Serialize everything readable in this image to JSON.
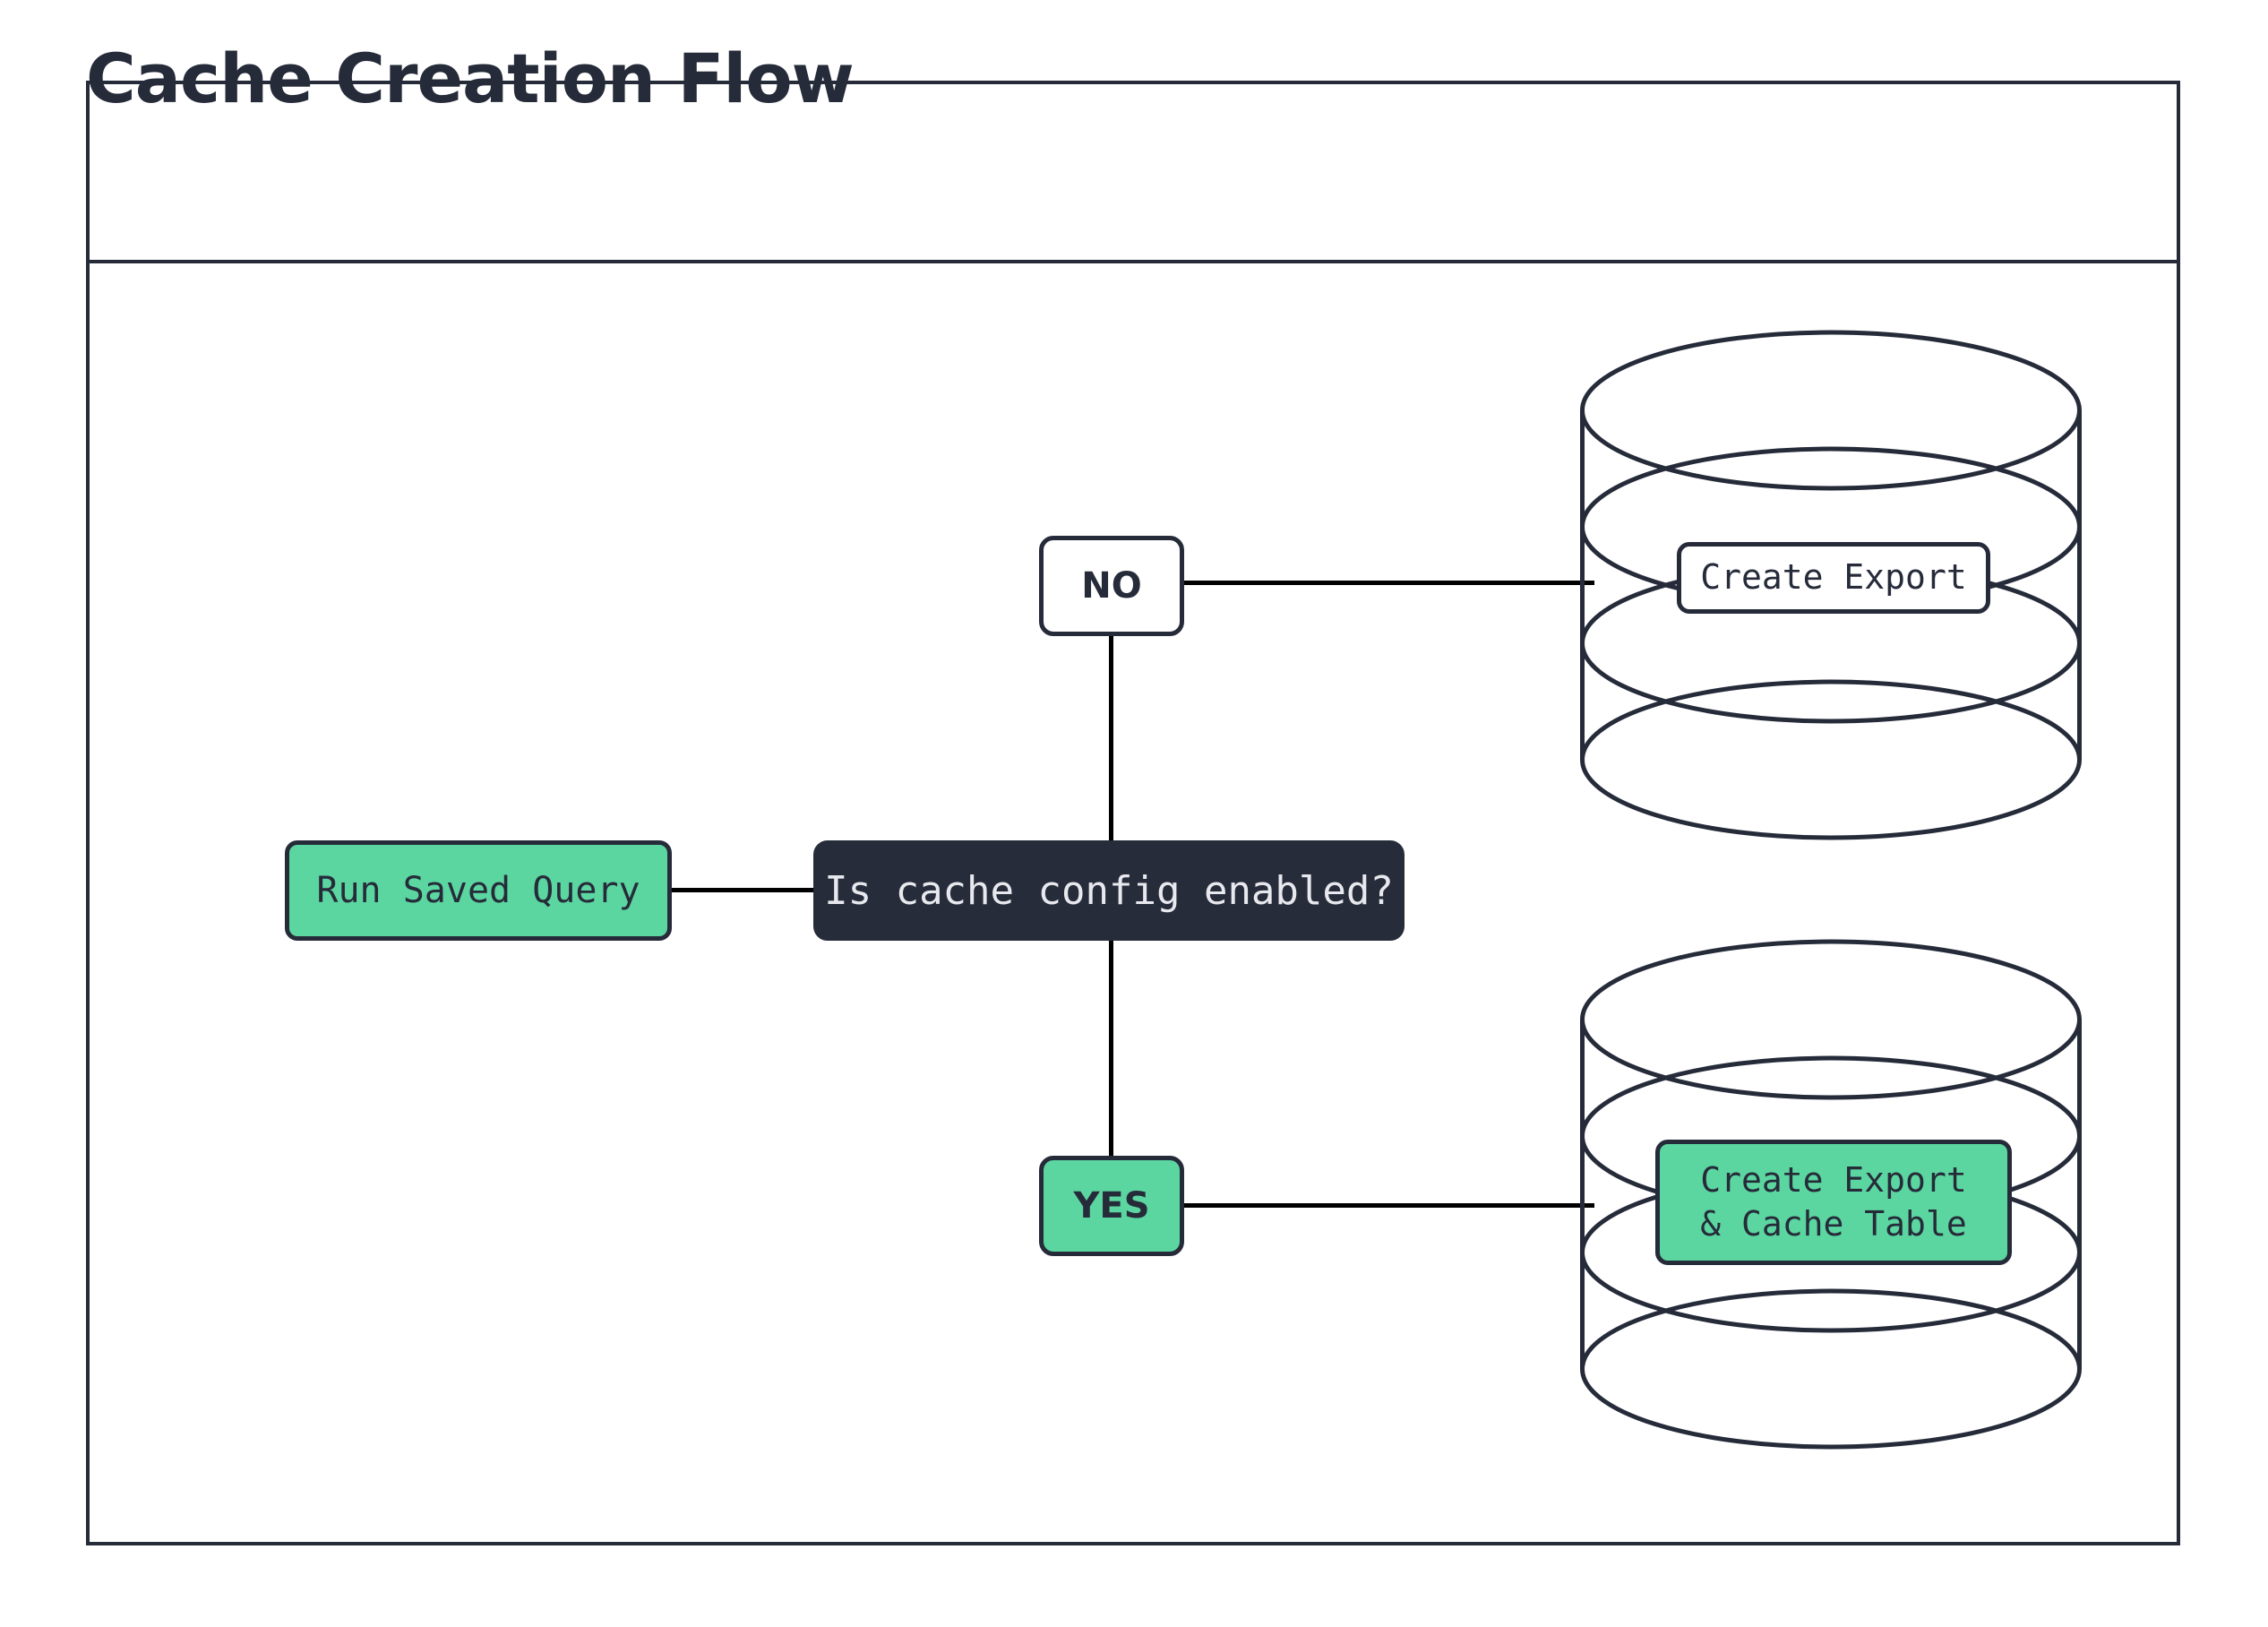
{
  "diagram": {
    "title": "Cache Creation Flow",
    "type": "flowchart",
    "colors": {
      "accent_green": "#5CD6A0",
      "dark_navy": "#272C3B",
      "border": "#262B3A",
      "connector": "#000000",
      "background": "#FFFFFF"
    },
    "nodes": [
      {
        "id": "run-saved-query",
        "label": "Run Saved Query",
        "shape": "rounded-rect",
        "style": "green"
      },
      {
        "id": "decision",
        "label": "Is cache config enabled?",
        "shape": "rounded-rect",
        "style": "dark"
      },
      {
        "id": "no",
        "label": "NO",
        "shape": "rounded-rect",
        "style": "white"
      },
      {
        "id": "yes",
        "label": "YES",
        "shape": "rounded-rect",
        "style": "green"
      },
      {
        "id": "create-export",
        "label": "Create Export",
        "shape": "database-cylinder",
        "style": "white"
      },
      {
        "id": "create-export-cache-table",
        "label_line_1": "Create Export",
        "label_line_2": "& Cache Table",
        "shape": "database-cylinder",
        "style": "green"
      }
    ],
    "edges": [
      {
        "from": "run-saved-query",
        "to": "decision"
      },
      {
        "from": "decision",
        "to": "no"
      },
      {
        "from": "decision",
        "to": "yes"
      },
      {
        "from": "no",
        "to": "create-export"
      },
      {
        "from": "yes",
        "to": "create-export-cache-table"
      }
    ]
  }
}
